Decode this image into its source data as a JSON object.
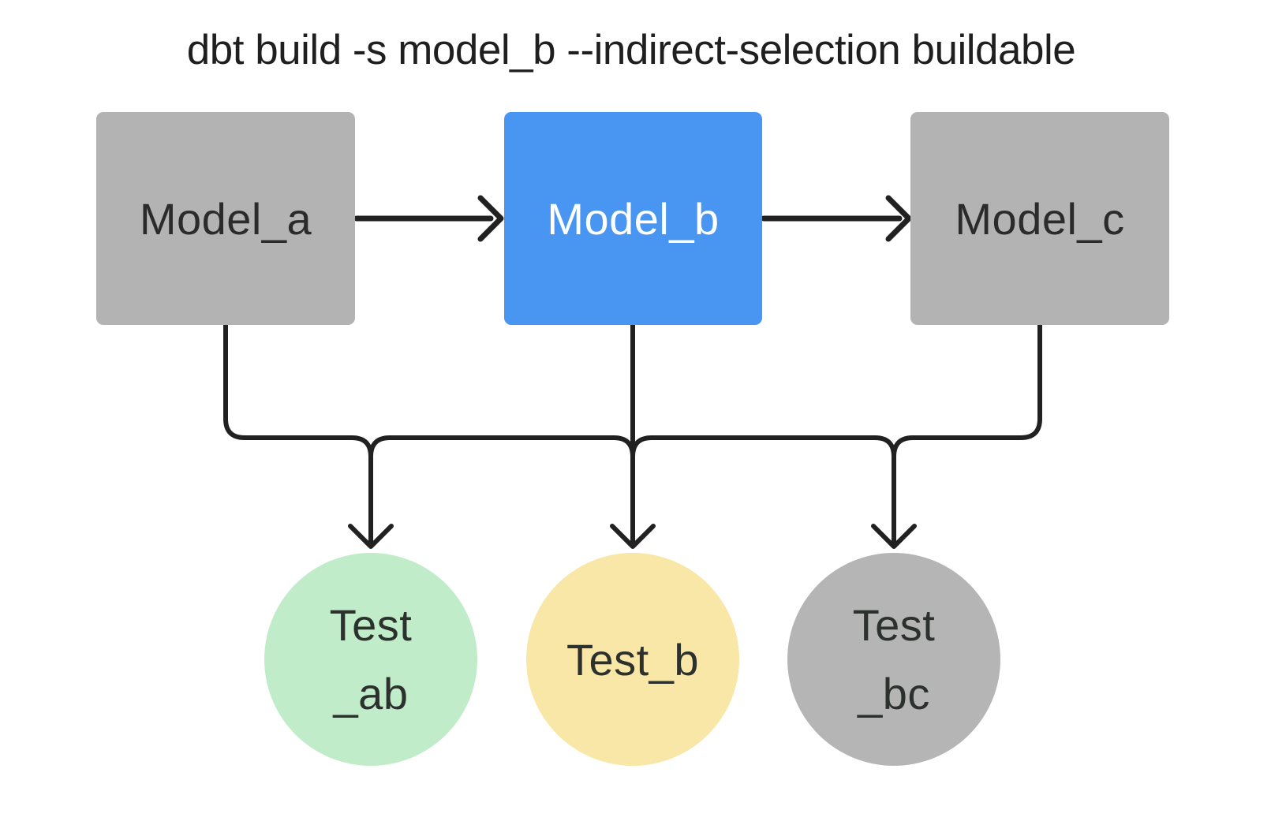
{
  "title": "dbt build -s model_b --indirect-selection buildable",
  "models": [
    {
      "id": "model_a",
      "label": "Model_a",
      "variant": "gray"
    },
    {
      "id": "model_b",
      "label": "Model_b",
      "variant": "blue",
      "selected": true
    },
    {
      "id": "model_c",
      "label": "Model_c",
      "variant": "gray"
    }
  ],
  "tests": [
    {
      "id": "test_ab",
      "lines": [
        "Test",
        "_ab"
      ],
      "variant": "green"
    },
    {
      "id": "test_b",
      "lines": [
        "Test_b"
      ],
      "variant": "yellow"
    },
    {
      "id": "test_bc",
      "lines": [
        "Test",
        "_bc"
      ],
      "variant": "gray"
    }
  ],
  "edges": [
    {
      "from": "Model_a",
      "to": "Model_b"
    },
    {
      "from": "Model_b",
      "to": "Model_c"
    },
    {
      "from": "Model_a",
      "to": "Test_ab"
    },
    {
      "from": "Model_b",
      "to": "Test_ab"
    },
    {
      "from": "Model_b",
      "to": "Test_b"
    },
    {
      "from": "Model_b",
      "to": "Test_bc"
    },
    {
      "from": "Model_c",
      "to": "Test_bc"
    }
  ],
  "colors": {
    "bg": "#ffffff",
    "ink": "#1f1f1f",
    "line": "#212121",
    "node-gray": "#b3b3b3",
    "node-blue": "#4896f2",
    "test-green": "#c0ecca",
    "test-yellow": "#f8e7a6",
    "test-gray": "#b5b5b5",
    "label-dark": "#2b2b2b",
    "label-light": "#ffffff"
  }
}
